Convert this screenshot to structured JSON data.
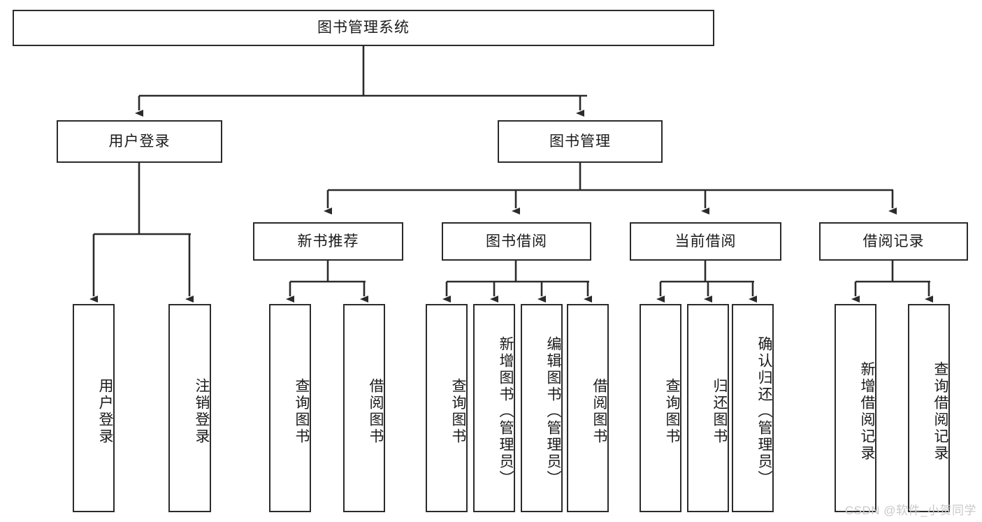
{
  "diagram": {
    "title": "图书管理系统",
    "type": "tree",
    "watermark": "CSDN @软件_小贺同学",
    "style": {
      "box_border_color": "#2b2b2b",
      "box_fill_color": "#ffffff",
      "edge_color": "#2b2b2b",
      "text_color": "#1a1a1a",
      "watermark_color": "#c9c9c9",
      "background": "#ffffff"
    },
    "nodes": {
      "root": {
        "label": "图书管理系统"
      },
      "level2": [
        {
          "id": "user-login",
          "label": "用户登录"
        },
        {
          "id": "book-manage",
          "label": "图书管理"
        }
      ],
      "level3": [
        {
          "id": "new-book-recommend",
          "label": "新书推荐"
        },
        {
          "id": "book-borrow",
          "label": "图书借阅"
        },
        {
          "id": "current-borrow",
          "label": "当前借阅"
        },
        {
          "id": "borrow-record",
          "label": "借阅记录"
        }
      ],
      "leaves": [
        {
          "id": "leaf-user-login",
          "label": "用户登录",
          "parent": "user-login"
        },
        {
          "id": "leaf-logout",
          "label": "注销登录",
          "parent": "user-login"
        },
        {
          "id": "leaf-query-book-1",
          "label": "查询图书",
          "parent": "new-book-recommend"
        },
        {
          "id": "leaf-borrow-book-1",
          "label": "借阅图书",
          "parent": "new-book-recommend"
        },
        {
          "id": "leaf-query-book-2",
          "label": "查询图书",
          "parent": "book-borrow"
        },
        {
          "id": "leaf-add-book",
          "label": "新增图书（管理员）",
          "parent": "book-borrow"
        },
        {
          "id": "leaf-edit-book",
          "label": "编辑图书（管理员）",
          "parent": "book-borrow"
        },
        {
          "id": "leaf-borrow-book-2",
          "label": "借阅图书",
          "parent": "book-borrow"
        },
        {
          "id": "leaf-query-book-3",
          "label": "查询图书",
          "parent": "current-borrow"
        },
        {
          "id": "leaf-return-book",
          "label": "归还图书",
          "parent": "current-borrow"
        },
        {
          "id": "leaf-confirm-return",
          "label": "确认归还（管理员）",
          "parent": "current-borrow"
        },
        {
          "id": "leaf-add-record",
          "label": "新增借阅记录",
          "parent": "borrow-record"
        },
        {
          "id": "leaf-query-record",
          "label": "查询借阅记录",
          "parent": "borrow-record"
        }
      ]
    }
  }
}
